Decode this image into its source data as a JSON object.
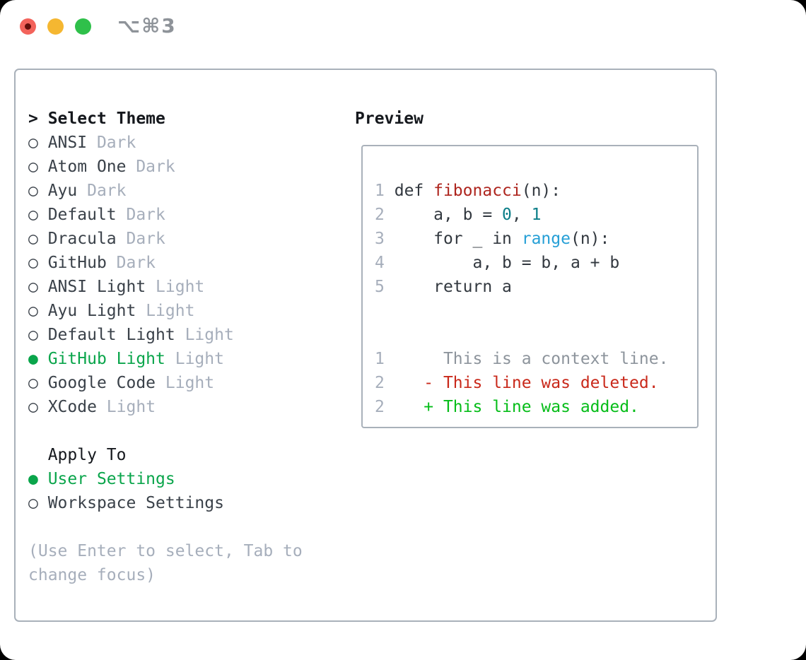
{
  "titlebar": {
    "shortcut_label": "⌥⌘3",
    "buttons": [
      "close",
      "minimize",
      "zoom"
    ]
  },
  "theme_picker": {
    "header_caret": ">",
    "header": "Select Theme",
    "themes": [
      {
        "name": "ANSI",
        "variant": "Dark",
        "selected": false
      },
      {
        "name": "Atom One",
        "variant": "Dark",
        "selected": false
      },
      {
        "name": "Ayu",
        "variant": "Dark",
        "selected": false
      },
      {
        "name": "Default",
        "variant": "Dark",
        "selected": false
      },
      {
        "name": "Dracula",
        "variant": "Dark",
        "selected": false
      },
      {
        "name": "GitHub",
        "variant": "Dark",
        "selected": false
      },
      {
        "name": "ANSI Light",
        "variant": "Light",
        "selected": false
      },
      {
        "name": "Ayu Light",
        "variant": "Light",
        "selected": false
      },
      {
        "name": "Default Light",
        "variant": "Light",
        "selected": false
      },
      {
        "name": "GitHub Light",
        "variant": "Light",
        "selected": true
      },
      {
        "name": "Google Code",
        "variant": "Light",
        "selected": false
      },
      {
        "name": "XCode",
        "variant": "Light",
        "selected": false
      }
    ],
    "apply_to": {
      "header": "Apply To",
      "options": [
        {
          "label": "User Settings",
          "selected": true
        },
        {
          "label": "Workspace Settings",
          "selected": false
        }
      ]
    },
    "hint_lines": [
      "(Use Enter to select, Tab to",
      "change focus)"
    ]
  },
  "preview": {
    "header": "Preview",
    "code_lines": [
      {
        "num": "1",
        "tokens": [
          {
            "t": "def ",
            "c": "fg"
          },
          {
            "t": "fibonacci",
            "c": "red"
          },
          {
            "t": "(n):",
            "c": "fg"
          }
        ]
      },
      {
        "num": "2",
        "tokens": [
          {
            "t": "    a, b = ",
            "c": "fg"
          },
          {
            "t": "0",
            "c": "teal"
          },
          {
            "t": ", ",
            "c": "fg"
          },
          {
            "t": "1",
            "c": "teal"
          }
        ]
      },
      {
        "num": "3",
        "tokens": [
          {
            "t": "    for _ in ",
            "c": "fg"
          },
          {
            "t": "range",
            "c": "blue"
          },
          {
            "t": "(n):",
            "c": "fg"
          }
        ]
      },
      {
        "num": "4",
        "tokens": [
          {
            "t": "        a, b = b, a + b",
            "c": "fg"
          }
        ]
      },
      {
        "num": "5",
        "tokens": [
          {
            "t": "    return a",
            "c": "fg"
          }
        ]
      }
    ],
    "blank_rows_between": 2,
    "diff_lines": [
      {
        "num": "1",
        "kind": "context",
        "tokens": [
          {
            "t": "     This is a context line.",
            "c": "ctx"
          }
        ]
      },
      {
        "num": "2",
        "kind": "deleted",
        "tokens": [
          {
            "t": "   - This line was deleted.",
            "c": "del"
          }
        ]
      },
      {
        "num": "2",
        "kind": "added",
        "tokens": [
          {
            "t": "   + This line was added.",
            "c": "add"
          }
        ]
      }
    ]
  },
  "colors": {
    "heading": "#15181d",
    "text": "#3a4149",
    "code_fg": "#32383f",
    "muted": "#a6aebb",
    "accent_green": "#0aa54b",
    "added_green": "#06bd19",
    "deleted_red": "#c9291b",
    "func_red": "#ae251e",
    "num_teal": "#0b7e88",
    "builtin_blue": "#259fd6",
    "ctx_gray": "#8d949c",
    "border": "#a9b1ba",
    "title_gray": "#8e9399",
    "light_red": "#f3635b",
    "light_red_dot": "#640f0b",
    "light_yellow": "#f5b731",
    "light_green": "#2fc04a"
  }
}
